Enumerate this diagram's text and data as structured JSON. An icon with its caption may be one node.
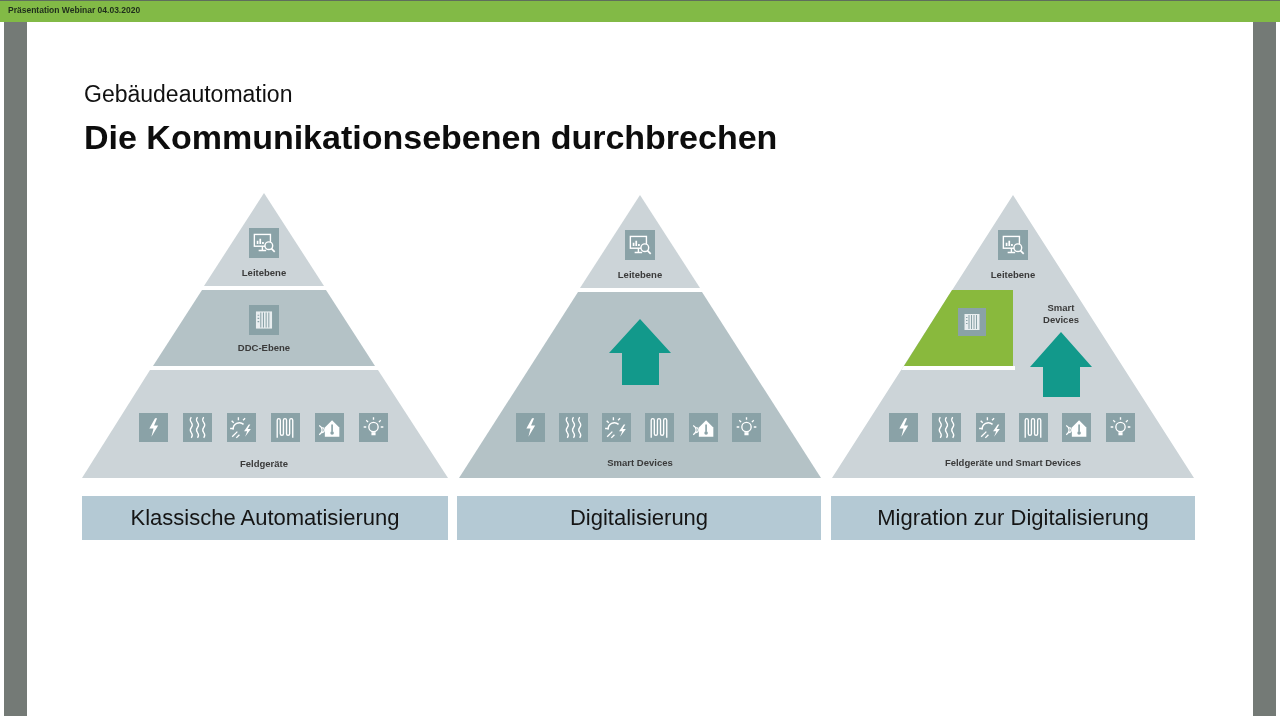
{
  "diagram": {
    "title": "Die Kommunikationsebenen durchbrechen",
    "nodes": [
      {
        "text": [
          "Leitebene"
        ]
      },
      {
        "text": [
          "DDC-Ebene"
        ]
      },
      {
        "text": [
          "Feldgeräte"
        ]
      },
      {
        "text": [
          "Klassische Automatisierung"
        ]
      },
      {
        "text": [
          "Leitebene"
        ]
      },
      {
        "text": [
          "Smart Devices"
        ]
      },
      {
        "text": [
          "Digitalisierung"
        ]
      },
      {
        "text": [
          "Leitebene",
          "Smart Devices",
          "Feldgeräte und Smart Devices"
        ]
      },
      {
        "text": [],
        "shape": "box",
        "in": 7
      },
      {
        "text": [
          "Migration zur Digitalisierung"
        ]
      }
    ],
    "labels": [
      "Präsentation Webinar 04.03.2020",
      "Gebäudeautomation"
    ]
  }
}
